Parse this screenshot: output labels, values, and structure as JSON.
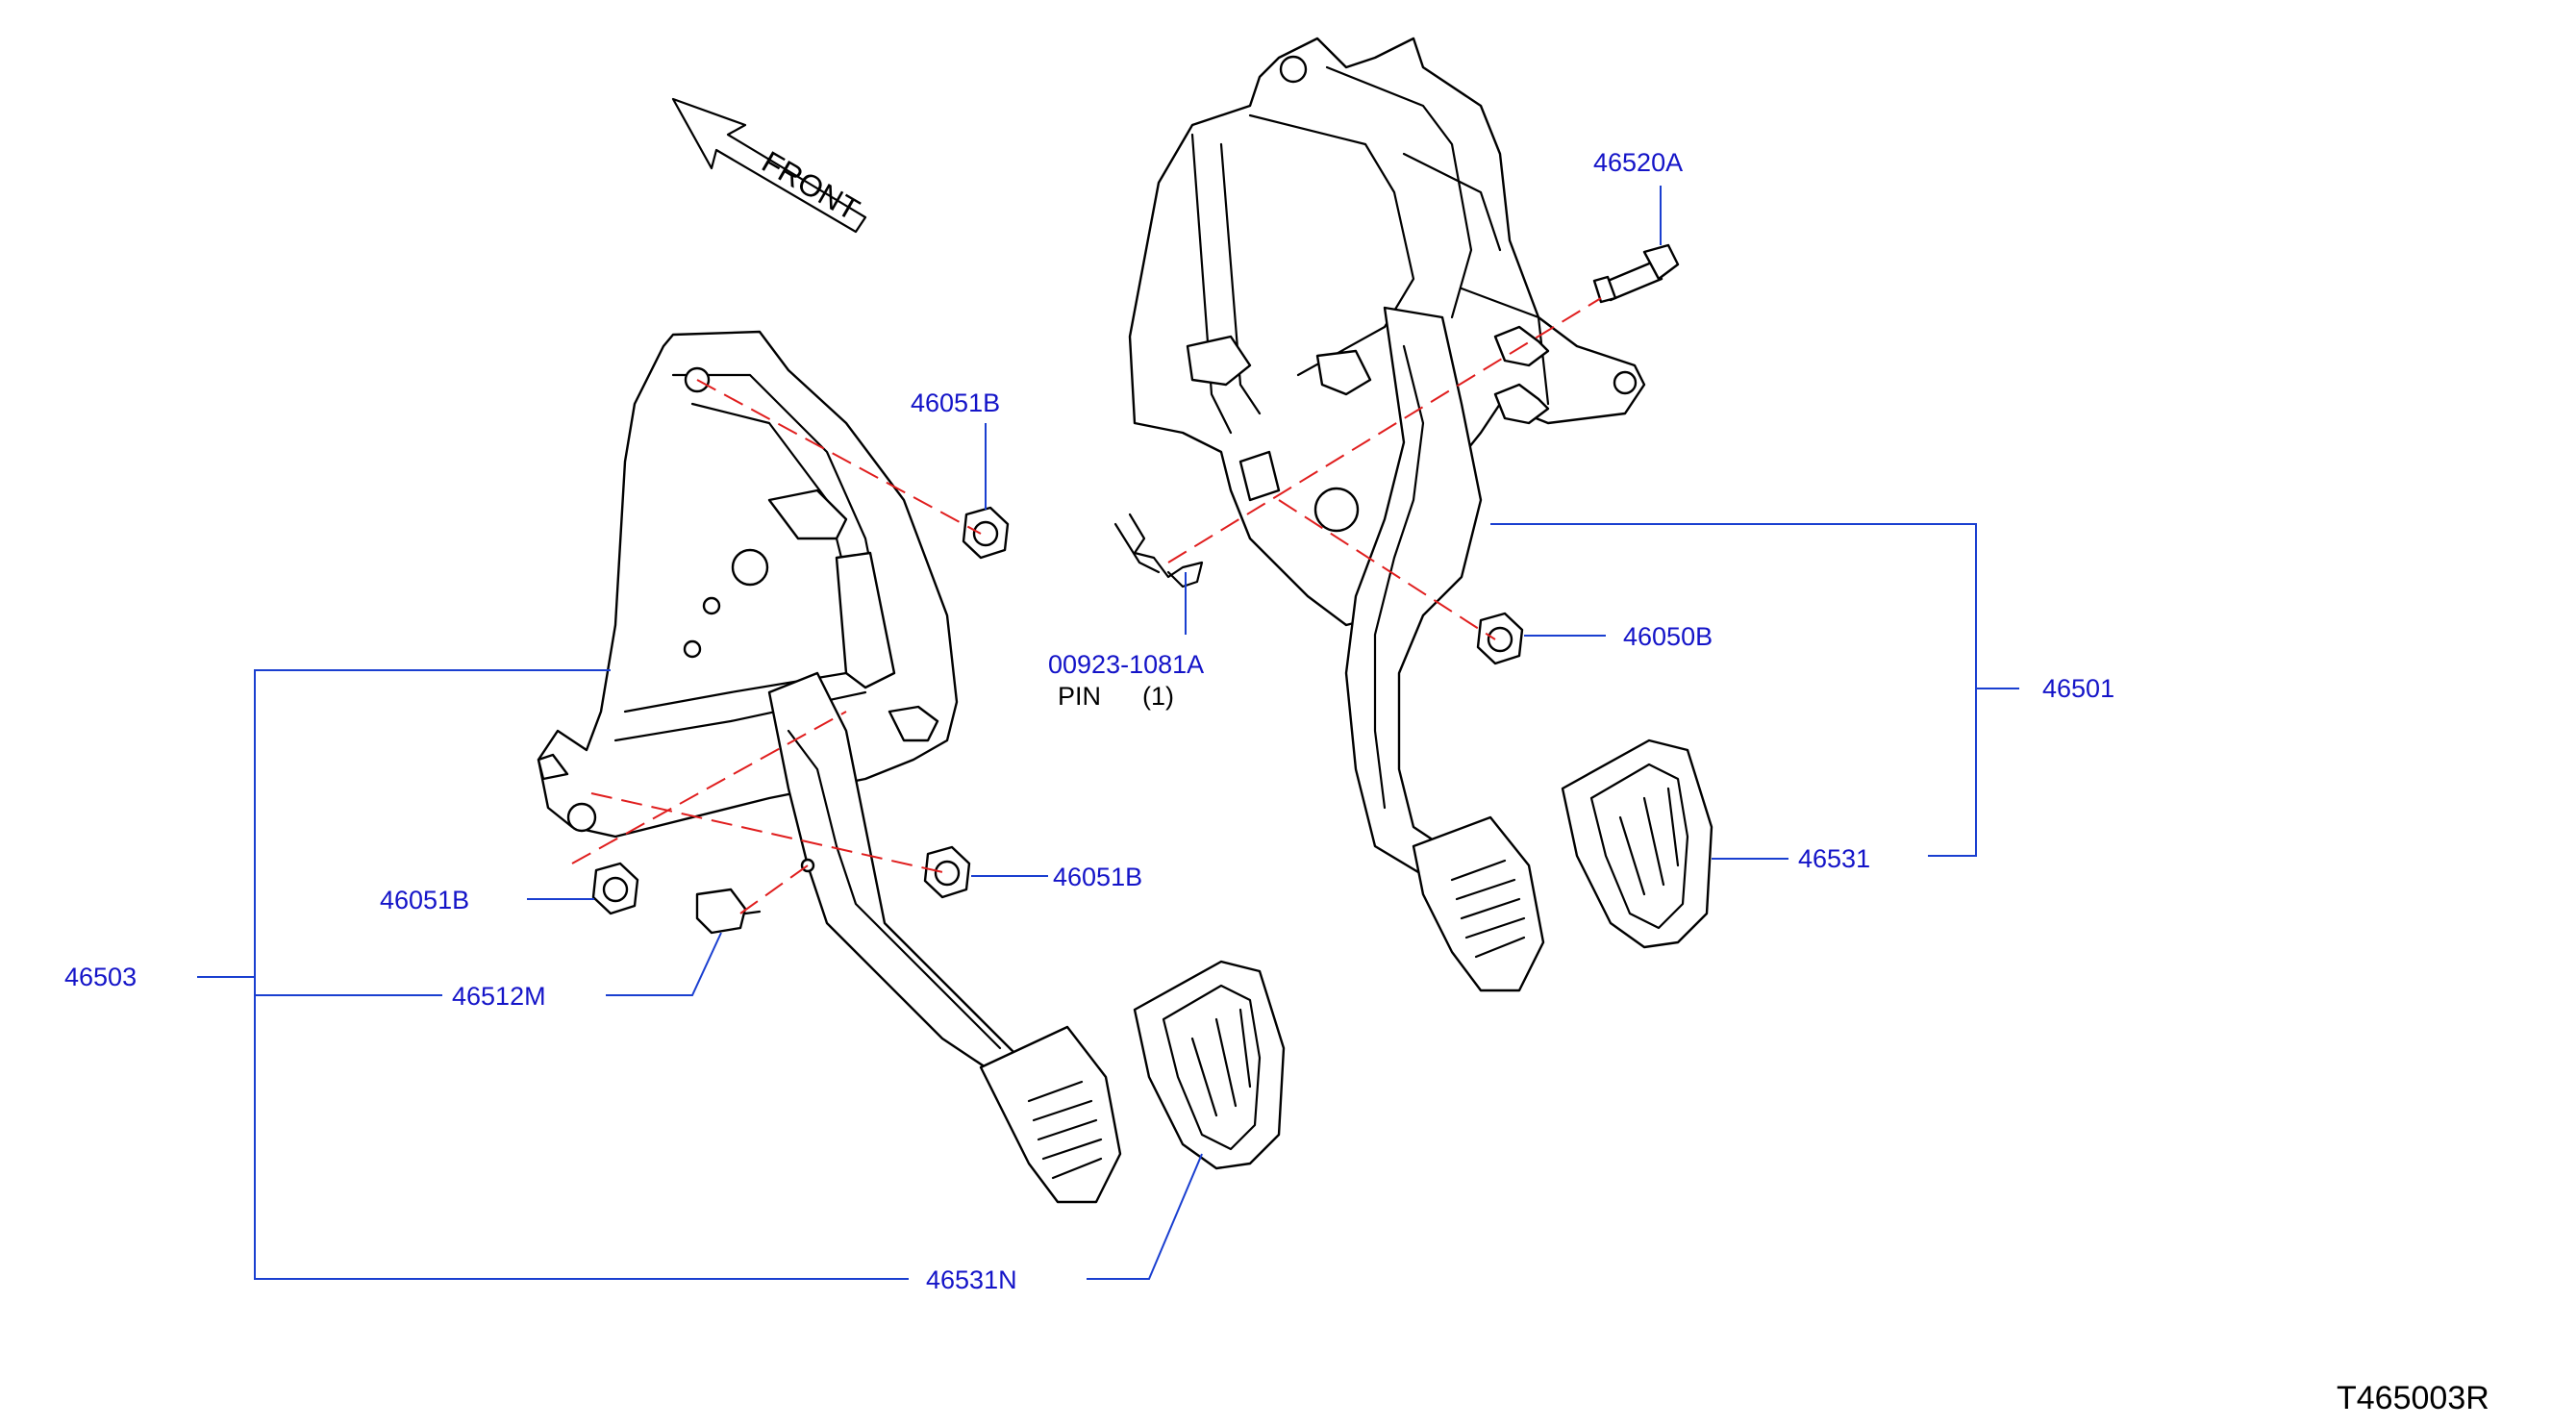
{
  "diagram": {
    "front_indicator": "FRONT",
    "reference_code": "T465003R",
    "colors": {
      "label": "#1414c8",
      "leader": "#1a3fd0",
      "axis": "#e01e1e",
      "outline": "#000000"
    },
    "labels": {
      "l_46520A": "46520A",
      "l_46051B_top": "46051B",
      "l_00923": "00923-1081A",
      "l_pin": "PIN",
      "l_pin_qty": "(1)",
      "l_46050B": "46050B",
      "l_46501": "46501",
      "l_46051B_left": "46051B",
      "l_46051B_right": "46051B",
      "l_46531": "46531",
      "l_46503": "46503",
      "l_46512M": "46512M",
      "l_46531N": "46531N"
    }
  }
}
